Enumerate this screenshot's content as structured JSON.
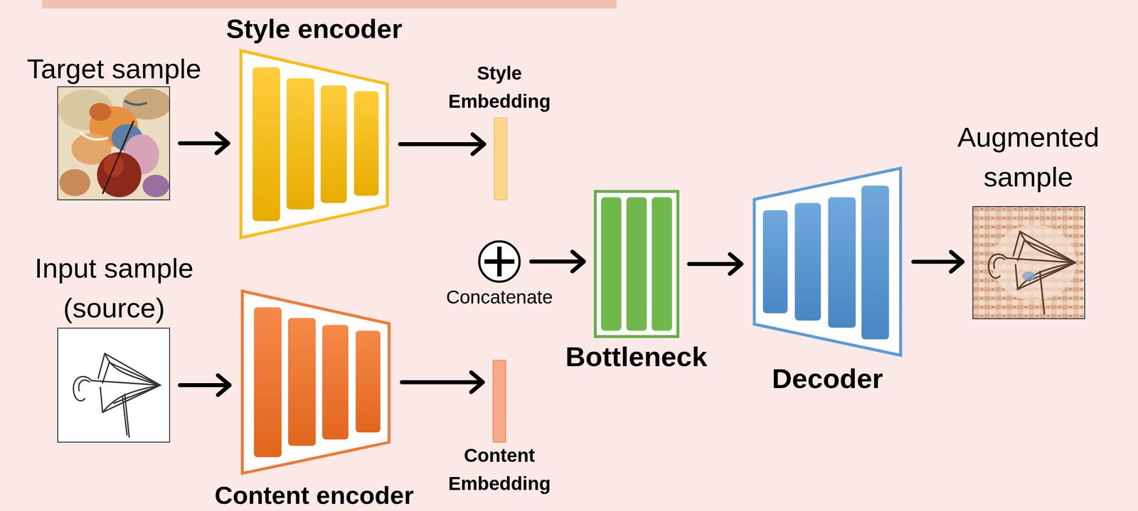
{
  "diagram": {
    "nodes": [
      {
        "text": [
          "Target sample"
        ]
      },
      {
        "text": [
          "Style encoder"
        ]
      },
      {
        "text": [
          "Style Embedding"
        ]
      },
      {
        "text": [
          "Input sample (source)"
        ]
      },
      {
        "text": [
          "Content encoder"
        ]
      },
      {
        "text": [
          "Content Embedding"
        ]
      },
      {
        "text": [
          "Concatenate"
        ]
      },
      {
        "text": [
          "Bottleneck"
        ]
      },
      {
        "text": [
          "Decoder"
        ]
      },
      {
        "text": [
          "Augmented sample"
        ]
      }
    ],
    "edges": [
      {
        "from": 0,
        "to": 1,
        "arrow": "to"
      },
      {
        "from": 1,
        "to": 2,
        "arrow": "to"
      },
      {
        "from": 3,
        "to": 4,
        "arrow": "to"
      },
      {
        "from": 4,
        "to": 5,
        "arrow": "to"
      },
      {
        "from": 6,
        "to": 7,
        "arrow": "to"
      },
      {
        "from": 7,
        "to": 8,
        "arrow": "to"
      },
      {
        "from": 8,
        "to": 9,
        "arrow": "to"
      }
    ]
  }
}
